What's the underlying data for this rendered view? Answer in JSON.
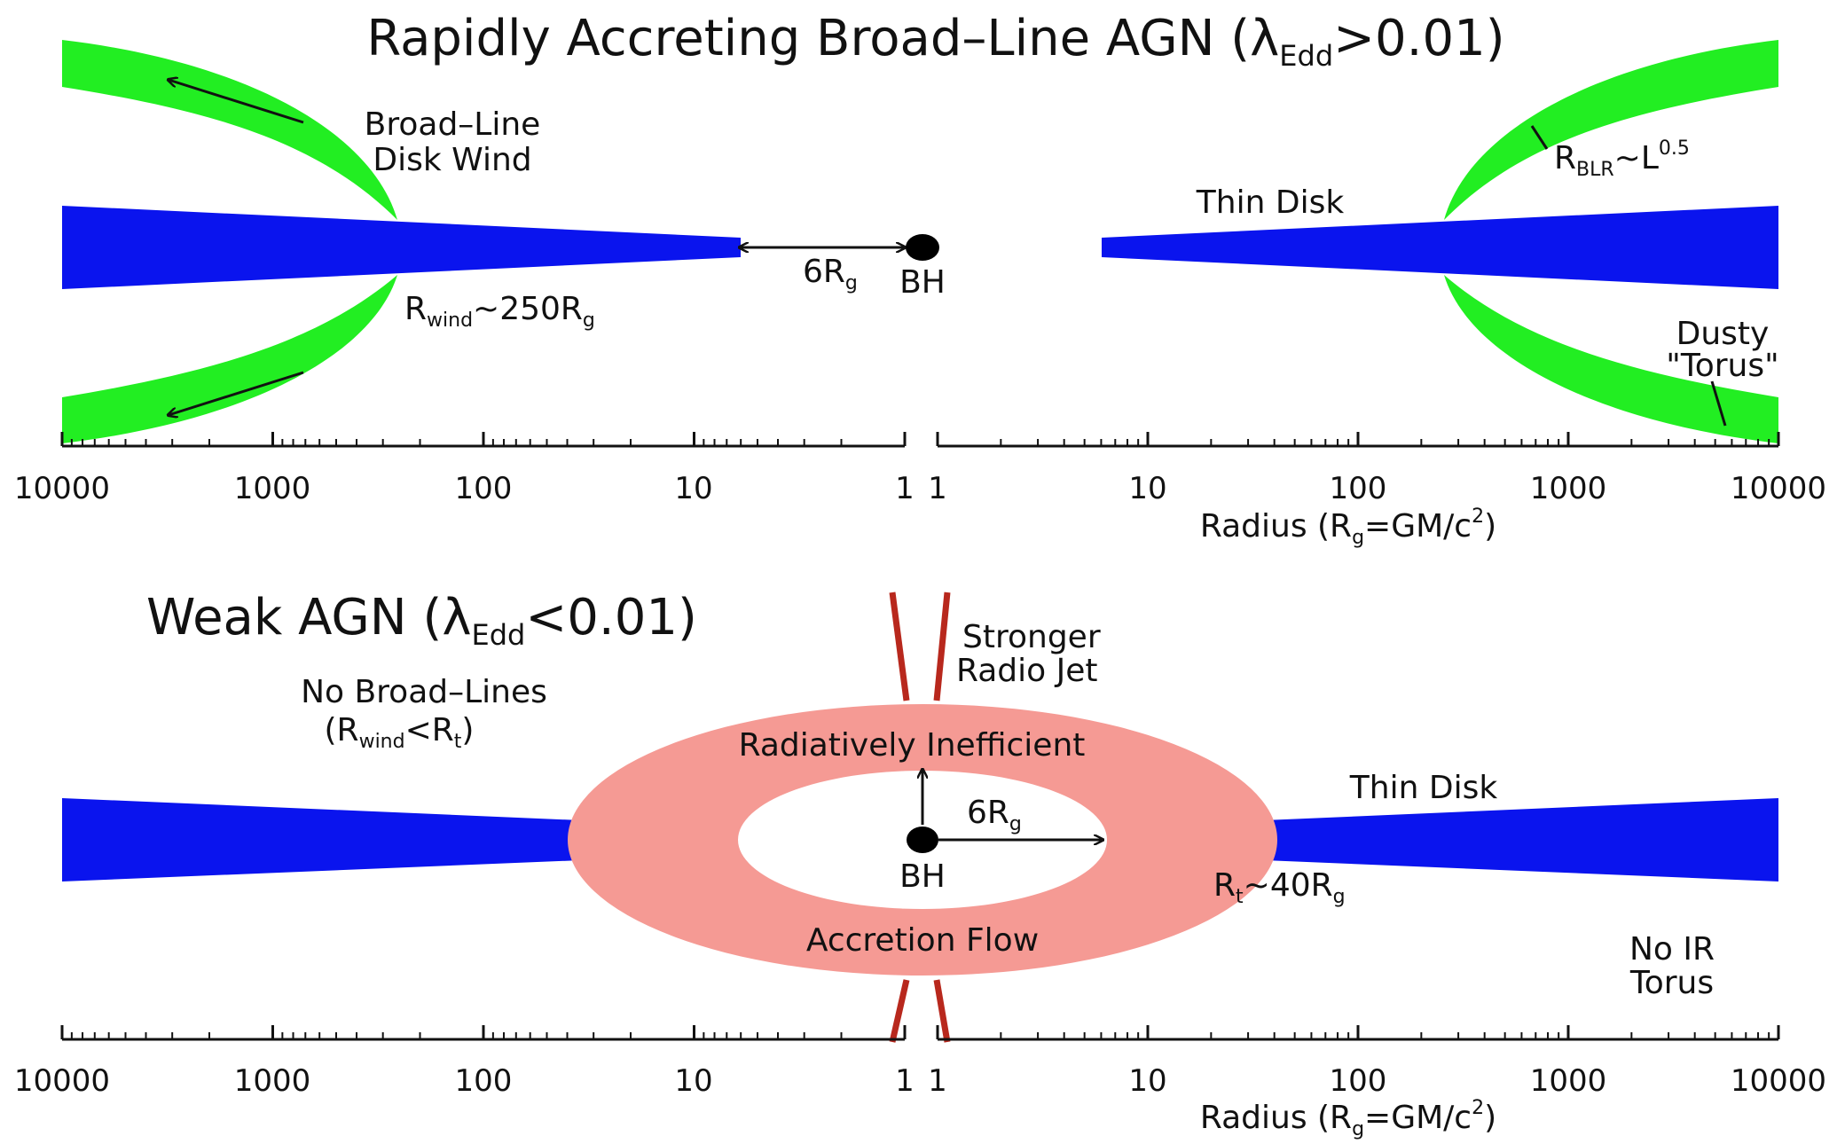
{
  "colors": {
    "disk": "#0a14ee",
    "wind": "#22ee22",
    "flow": "#f59a94",
    "jet": "#b8281d",
    "black_hole": "#000000",
    "axis": "#111111"
  },
  "top_panel": {
    "title_main": "Rapidly Accreting Broad–Line AGN (",
    "title_lambda": "λ",
    "title_sub": "Edd",
    "title_end": ">0.01)",
    "wind_label_line1": "Broad–Line",
    "wind_label_line2": "Disk Wind",
    "thin_disk_label": "Thin Disk",
    "rblr_label": "R",
    "rblr_sub": "BLR",
    "rblr_rel": "~L",
    "rblr_exp": "0.5",
    "rwind_label": "R",
    "rwind_sub": "wind",
    "rwind_val": "~250R",
    "rwind_val_sub": "g",
    "isco_label": "6R",
    "isco_sub": "g",
    "bh_label": "BH",
    "torus_line1": "Dusty",
    "torus_line2": "\"Torus\""
  },
  "bottom_panel": {
    "title_main": "Weak AGN (",
    "title_lambda": "λ",
    "title_sub": "Edd",
    "title_end": "<0.01)",
    "jet_line1": "Stronger",
    "jet_line2": "Radio Jet",
    "nobroad_line1": "No Broad–Lines",
    "nobroad_line2_a": "(R",
    "nobroad_line2_sub1": "wind",
    "nobroad_line2_b": "<R",
    "nobroad_line2_sub2": "t",
    "nobroad_line2_c": ")",
    "flow_top_label": "Radiatively Inefficient",
    "flow_bottom_label": "Accretion Flow",
    "isco_label": "6R",
    "isco_sub": "g",
    "bh_label": "BH",
    "thin_disk_label": "Thin Disk",
    "rt_label": "R",
    "rt_sub": "t",
    "rt_val": "~40R",
    "rt_val_sub": "g",
    "noir_line1": "No IR",
    "noir_line2": "Torus"
  },
  "axis": {
    "left_ticks": [
      "10000",
      "1000",
      "100",
      "10",
      "1"
    ],
    "right_ticks": [
      "1",
      "10",
      "100",
      "1000",
      "10000"
    ],
    "label_main": "Radius (R",
    "label_sub": "g",
    "label_eq": "=GM/c",
    "label_exp": "2",
    "label_end": ")"
  }
}
